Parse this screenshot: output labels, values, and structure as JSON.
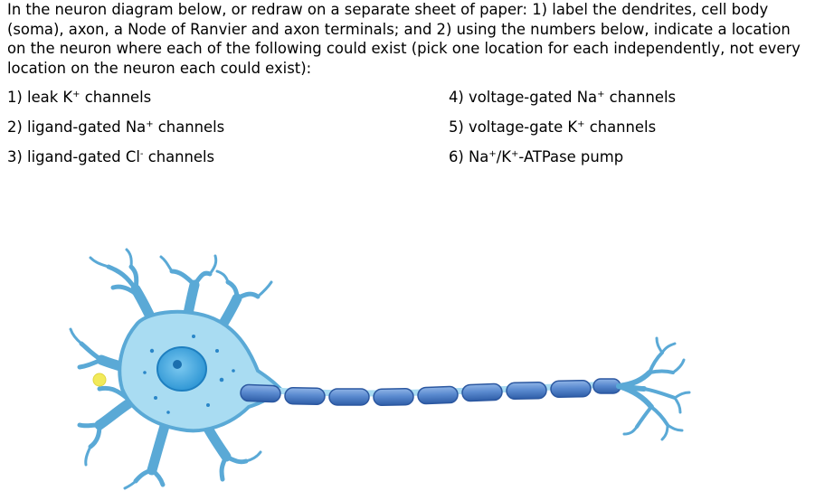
{
  "instructions": {
    "line1": "In the neuron diagram below, or redraw on a separate sheet of paper: 1) label the dendrites, cell body",
    "line2": "(soma), axon, a Node of Ranvier and axon terminals; and 2) using the numbers below, indicate a location",
    "line3": "on the neuron where each of the following could exist (pick one location for each independently, not every",
    "line4": "location on the neuron each could exist):"
  },
  "options": {
    "o1": {
      "pre": "1) leak K",
      "sup": "+",
      "post": " channels"
    },
    "o2": {
      "pre": "2) ligand-gated Na",
      "sup": "+",
      "post": " channels"
    },
    "o3": {
      "pre": "3) ligand-gated Cl",
      "sup": "-",
      "post": " channels"
    },
    "o4": {
      "pre": "4) voltage-gated Na",
      "sup": "+",
      "post": " channels"
    },
    "o5": {
      "pre": "5) voltage-gate K",
      "sup": "+",
      "post": " channels"
    },
    "o6": {
      "pre": "6) Na",
      "sup": "+",
      "mid": "/K",
      "sup2": "+",
      "post": "-ATPase pump"
    }
  },
  "colors": {
    "cytoplasm": "#a9dcf2",
    "outline": "#5aa9d6",
    "nucleus": "#3fa6e0",
    "myelin": "#4f7fc4",
    "axon_hillock_dot": "#f2ea5a"
  }
}
